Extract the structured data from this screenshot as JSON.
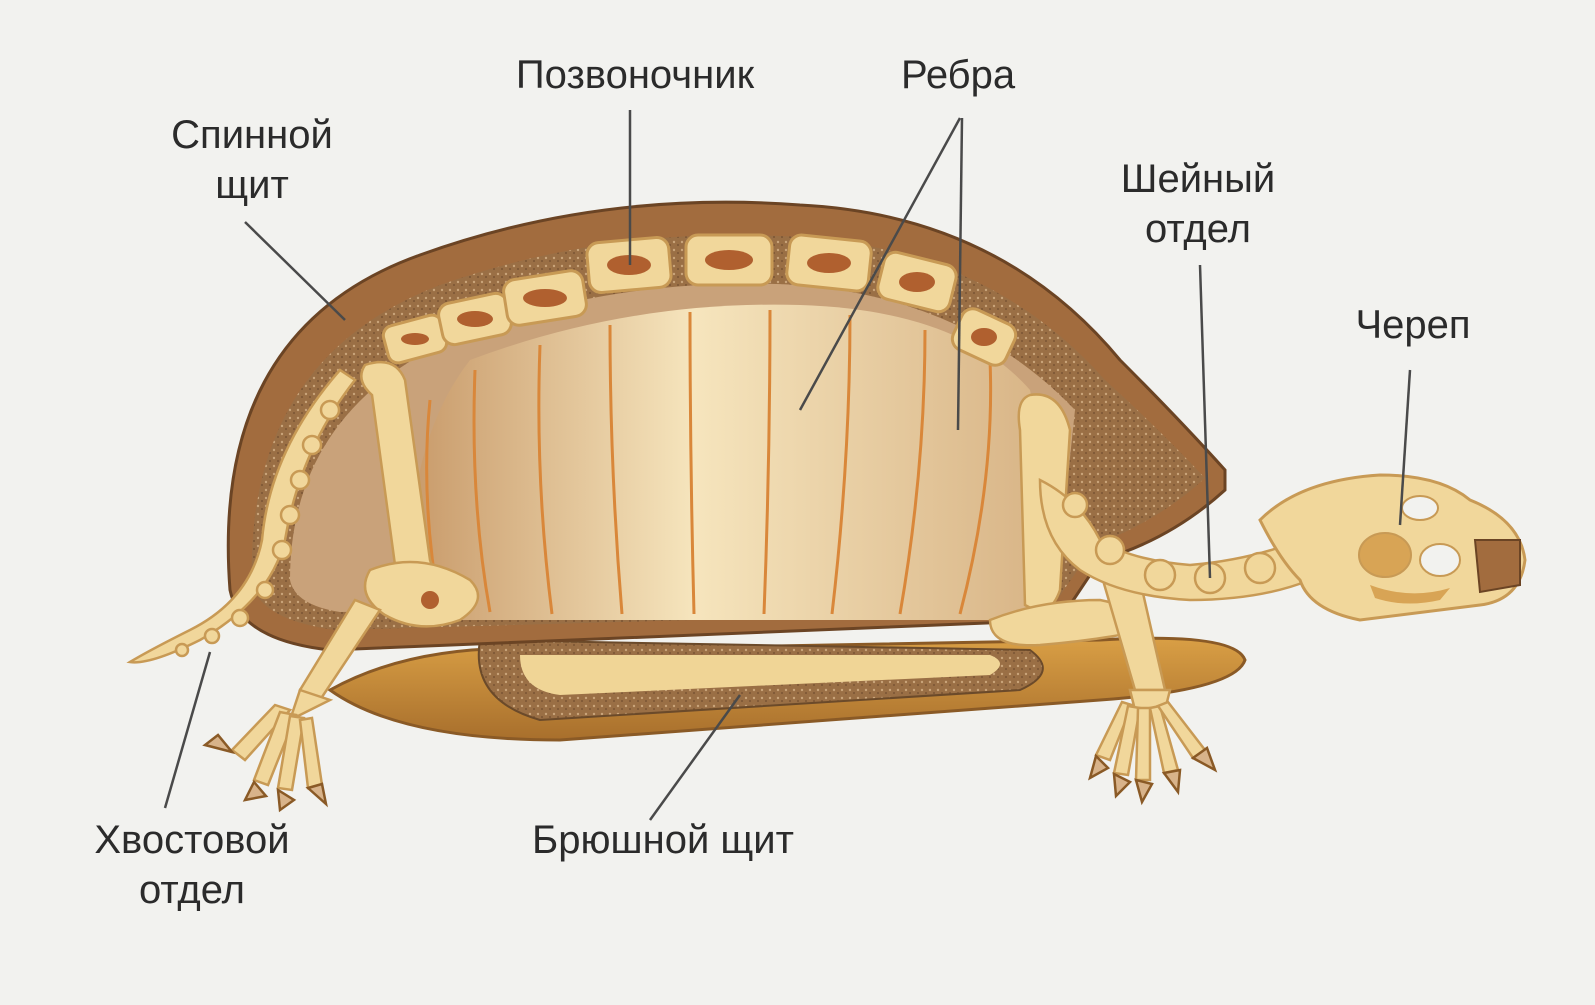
{
  "labels": {
    "spine": "Позвоночник",
    "ribs": "Ребра",
    "dorsal_shield_line1": "Спинной",
    "dorsal_shield_line2": "щит",
    "cervical_line1": "Шейный",
    "cervical_line2": "отдел",
    "skull": "Череп",
    "tail_line1": "Хвостовой",
    "tail_line2": "отдел",
    "ventral_shield": "Брюшной щит"
  },
  "colors": {
    "background": "#f2f2ef",
    "shell_outer": "#a26c3e",
    "shell_inner": "#d6b389",
    "bone": "#f1d79b",
    "bone_outline": "#c89a55",
    "rib_line": "#d9873a",
    "leader_line": "#4a4a4a",
    "label_text": "#2b2b2b"
  }
}
